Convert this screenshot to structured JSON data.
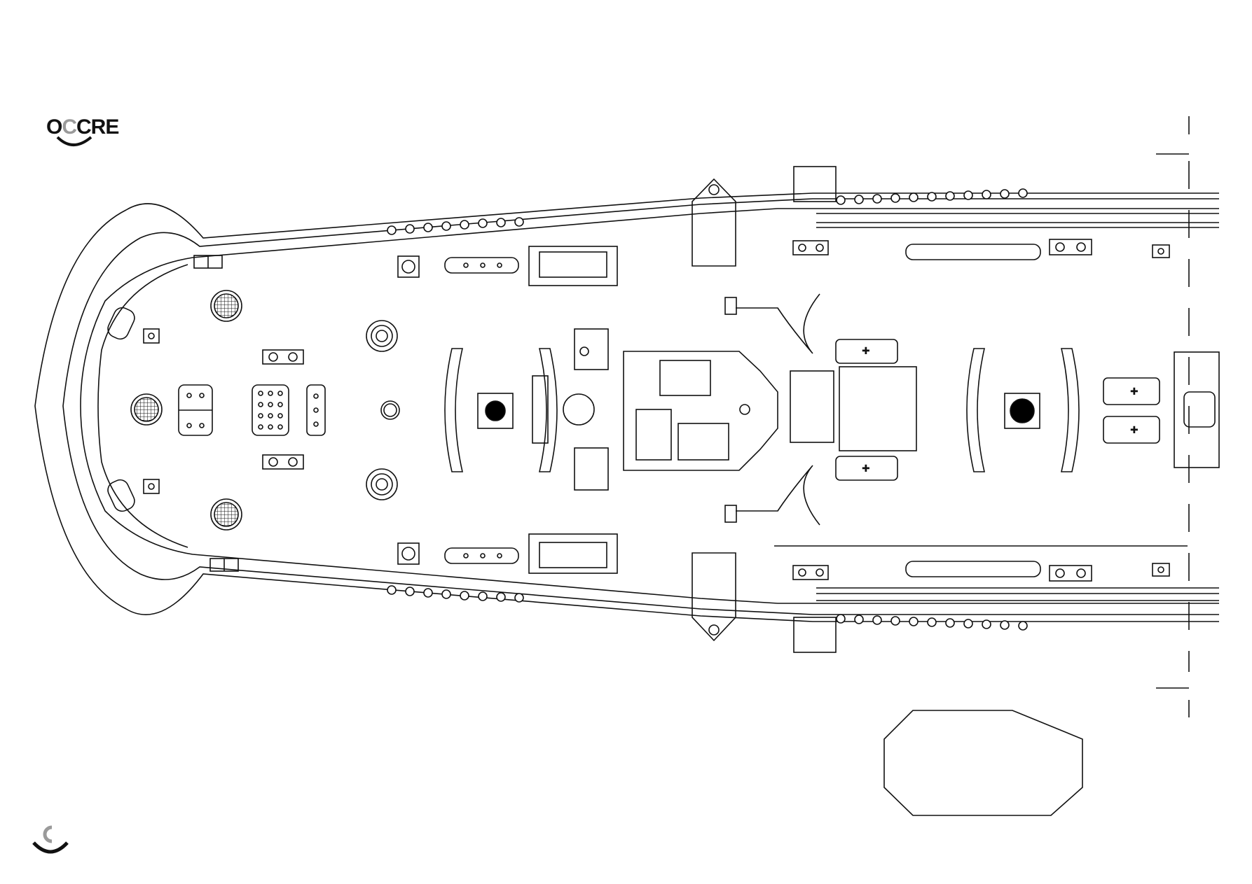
{
  "logo": {
    "text_main": "O",
    "text_accent": "C",
    "text_rest": "CRE"
  },
  "colors": {
    "line": "#111111",
    "paper": "#ffffff",
    "logo_accent": "#9a9a9a",
    "fill": "#000000"
  },
  "icons": {
    "logo": "occre-smile-icon",
    "corner": "occre-c-mark-icon"
  }
}
